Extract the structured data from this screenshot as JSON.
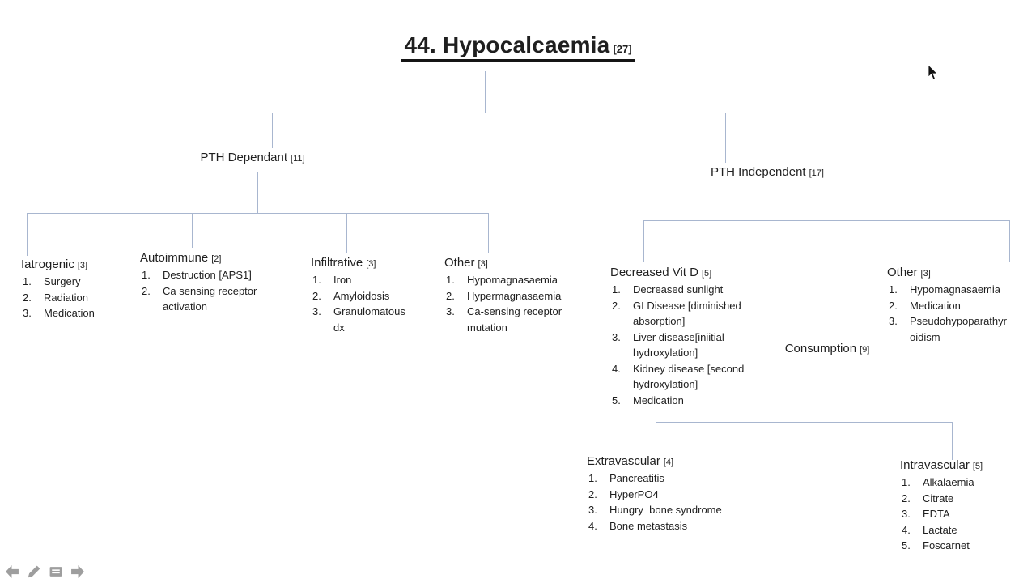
{
  "title": {
    "text": "44. Hypocalcaemia",
    "ref": "[27]"
  },
  "tree": {
    "pth_dependant": {
      "label": "PTH Dependant",
      "ref": "[11]"
    },
    "pth_independent": {
      "label": "PTH Independent",
      "ref": "[17]"
    },
    "consumption": {
      "label": "Consumption",
      "ref": "[9]"
    },
    "iatrogenic": {
      "label": "Iatrogenic",
      "ref": "[3]",
      "items": [
        "Surgery",
        "Radiation",
        "Medication"
      ]
    },
    "autoimmune": {
      "label": "Autoimmune",
      "ref": "[2]",
      "items": [
        "Destruction [APS1]",
        "Ca sensing receptor activation"
      ]
    },
    "infiltrative": {
      "label": "Infiltrative",
      "ref": "[3]",
      "items": [
        "Iron",
        "Amyloidosis",
        "Granulomatous dx"
      ]
    },
    "other_pth_dependant": {
      "label": "Other",
      "ref": "[3]",
      "items": [
        "Hypomagnasaemia",
        "Hypermagnasaemia",
        "Ca-sensing receptor mutation"
      ]
    },
    "decreased_vit_d": {
      "label": "Decreased Vit D",
      "ref": "[5]",
      "items": [
        "Decreased sunlight",
        "GI Disease [diminished absorption]",
        "Liver disease[iniitial hydroxylation]",
        "Kidney disease [second hydroxylation]",
        "Medication"
      ]
    },
    "other_pth_independent": {
      "label": "Other",
      "ref": "[3]",
      "items": [
        "Hypomagnasaemia",
        "Medication",
        "Pseudohypoparathyroidism"
      ]
    },
    "extravascular": {
      "label": "Extravascular",
      "ref": "[4]",
      "items": [
        "Pancreatitis",
        "HyperPO4",
        "Hungry  bone syndrome",
        "Bone metastasis"
      ]
    },
    "intravascular": {
      "label": "Intravascular",
      "ref": "[5]",
      "items": [
        "Alkalaemia",
        "Citrate",
        "EDTA",
        "Lactate",
        "Foscarnet"
      ]
    }
  },
  "toolbar": {
    "icons": [
      "previous-slide-arrow",
      "pen",
      "slide-menu",
      "next-slide-arrow"
    ]
  },
  "colors": {
    "connector": "#a8b6cf",
    "text": "#1f1f1f",
    "toolbar_icon": "#9e9e9e"
  }
}
